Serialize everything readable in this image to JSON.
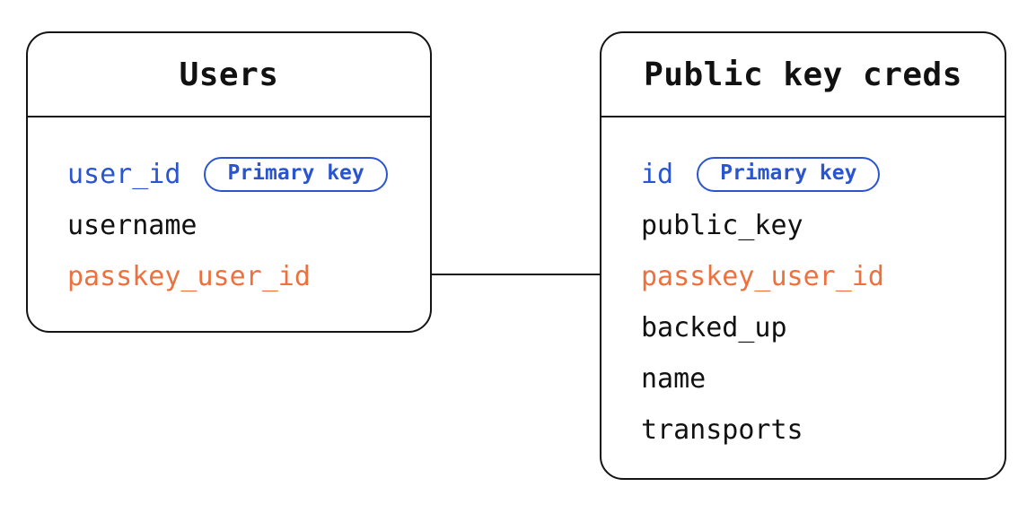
{
  "colors": {
    "primary_key_blue": "#2b55cf",
    "foreign_key_orange": "#ec713e",
    "text_ink": "#111111",
    "line_black": "#141414",
    "background": "#ffffff"
  },
  "diagram_type": "entity-relationship",
  "tables": [
    {
      "title": "Users",
      "fields": [
        {
          "name": "user_id",
          "color": "#2b55cf",
          "badge": "Primary key"
        },
        {
          "name": "username",
          "color": "#111111"
        },
        {
          "name": "passkey_user_id",
          "color": "#ec713e"
        }
      ]
    },
    {
      "title": "Public key creds",
      "fields": [
        {
          "name": "id",
          "color": "#2b55cf",
          "badge": "Primary key"
        },
        {
          "name": "public_key",
          "color": "#111111"
        },
        {
          "name": "passkey_user_id",
          "color": "#ec713e"
        },
        {
          "name": "backed_up",
          "color": "#111111"
        },
        {
          "name": "name",
          "color": "#111111"
        },
        {
          "name": "transports",
          "color": "#111111"
        }
      ]
    }
  ],
  "relationship": {
    "from_table": "Users",
    "from_field": "passkey_user_id",
    "to_table": "Public key creds",
    "to_field": "passkey_user_id",
    "style": "straight-line"
  }
}
